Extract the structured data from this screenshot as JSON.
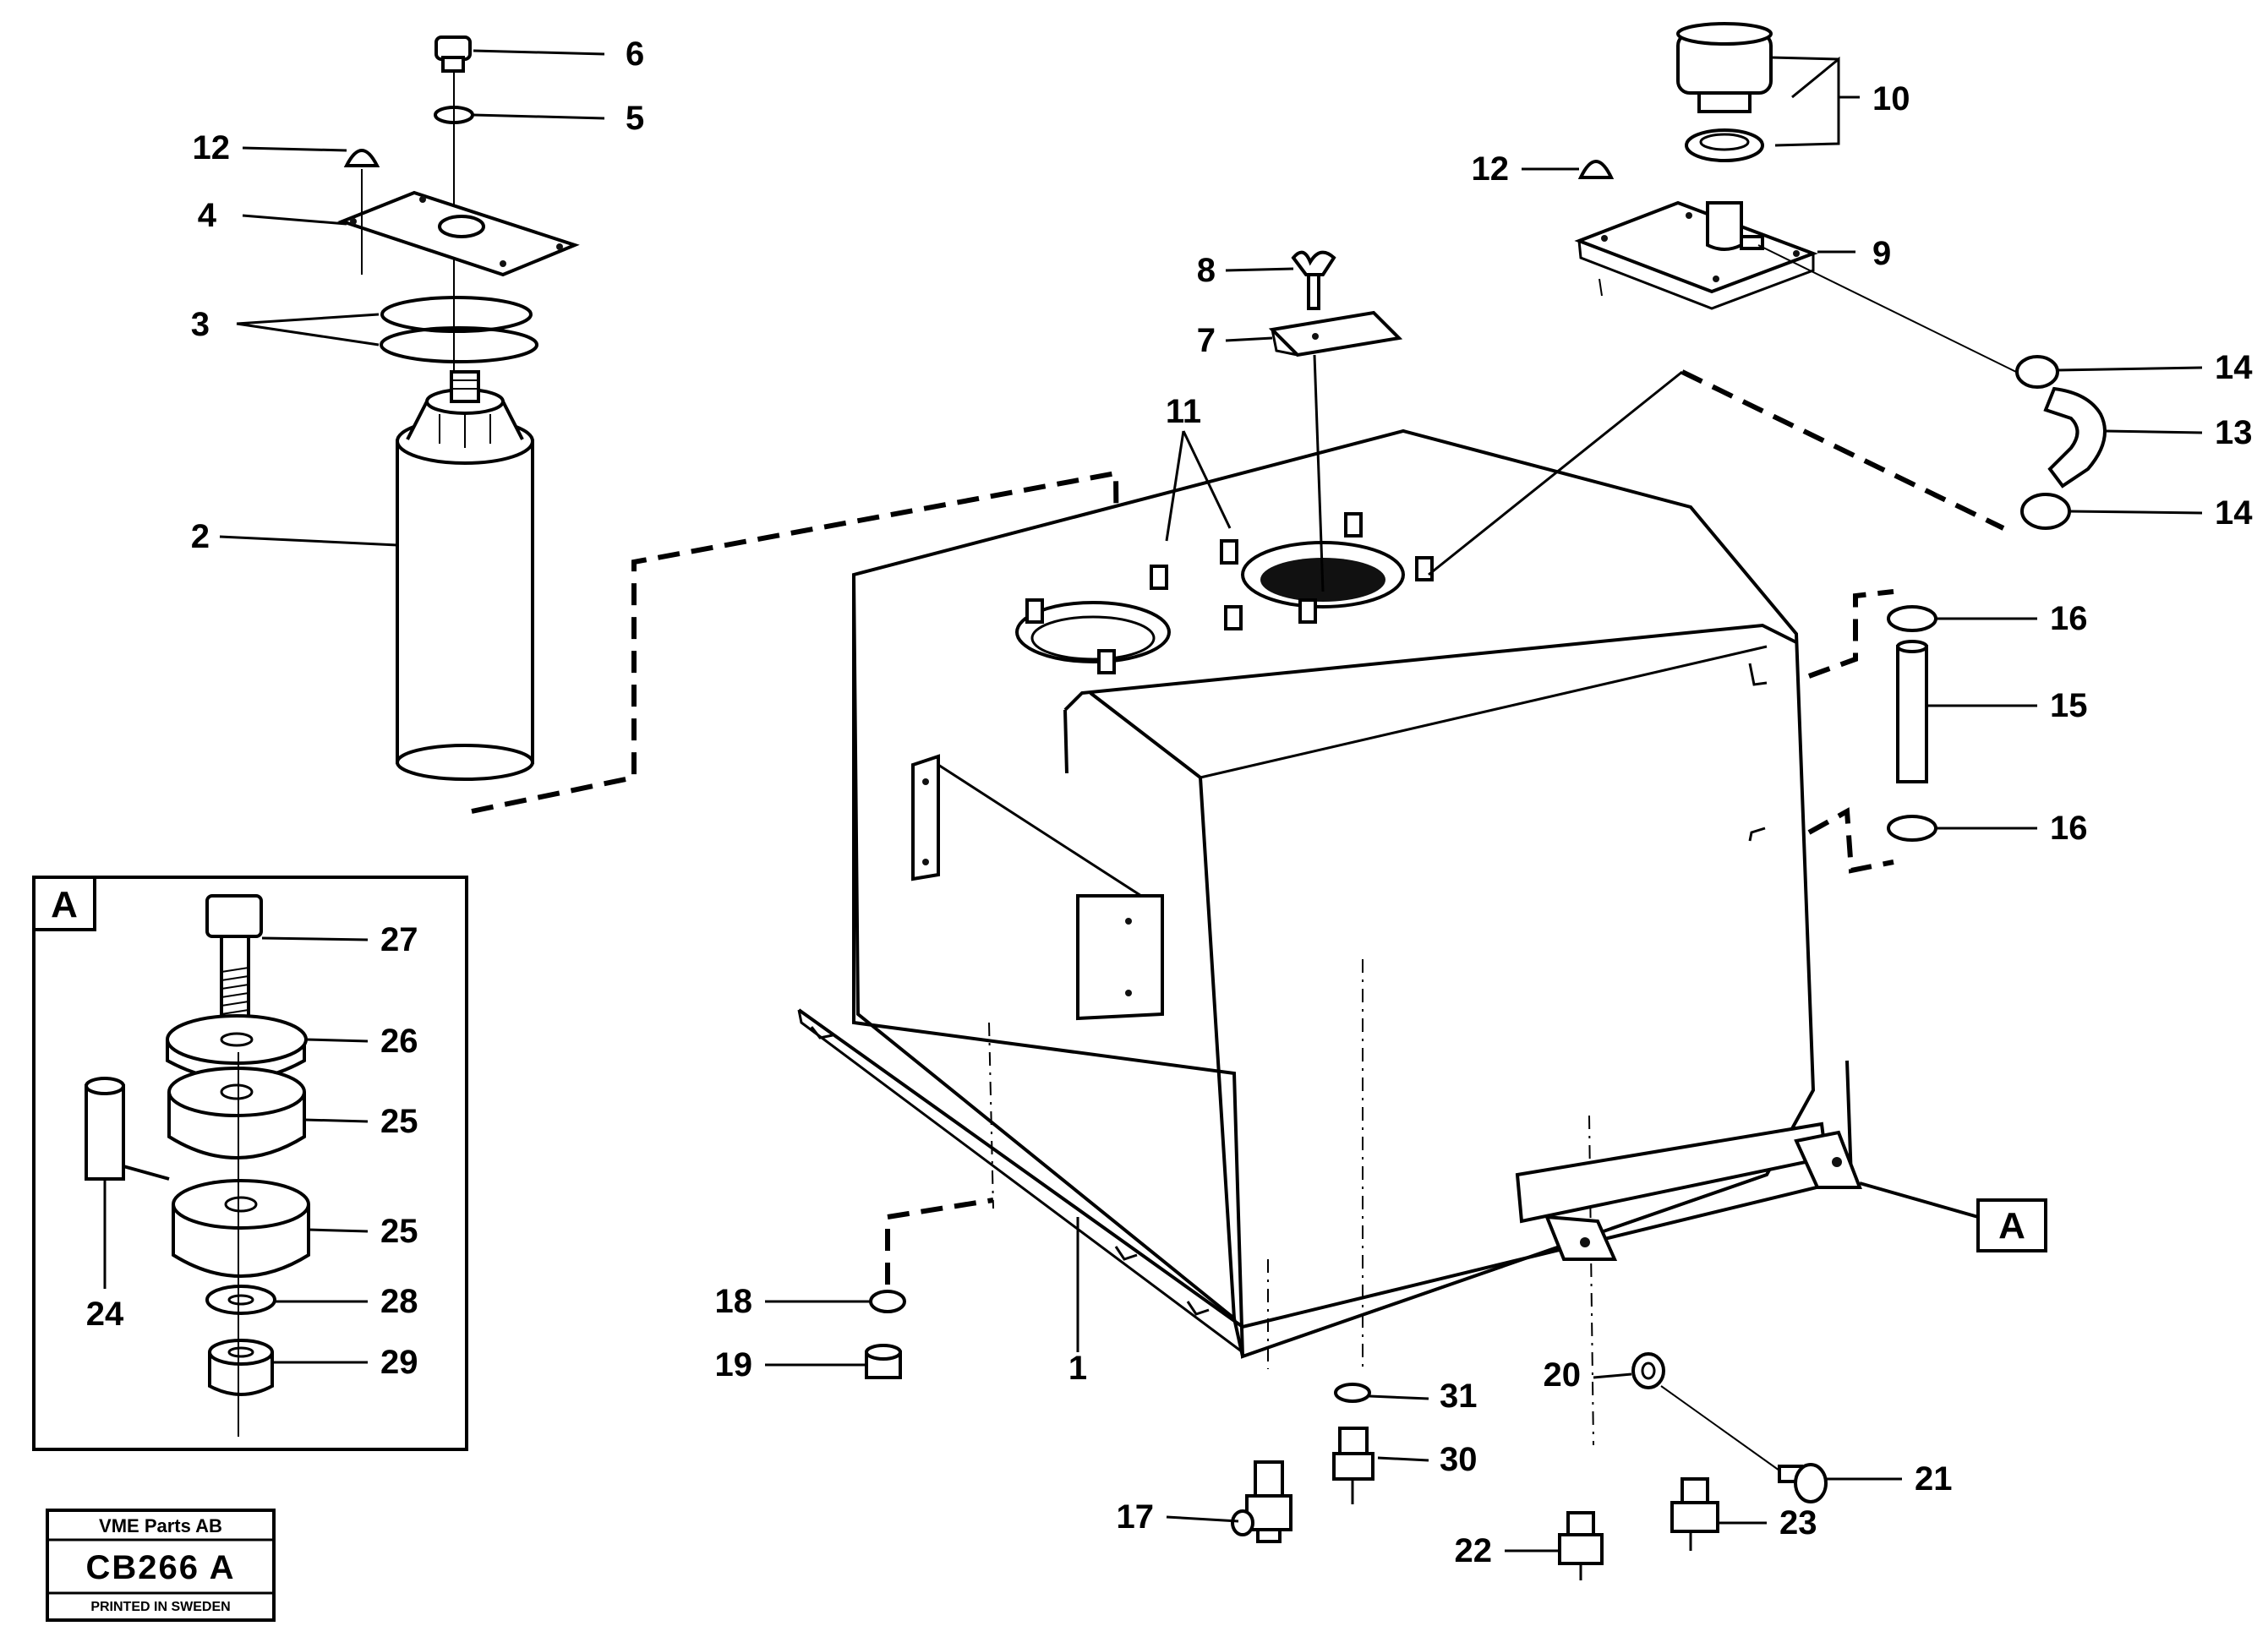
{
  "callouts": {
    "c1": "1",
    "c2": "2",
    "c3": "3",
    "c4": "4",
    "c5": "5",
    "c6": "6",
    "c7": "7",
    "c8": "8",
    "c9": "9",
    "c10": "10",
    "c11": "11",
    "c12a": "12",
    "c12b": "12",
    "c13": "13",
    "c14a": "14",
    "c14b": "14",
    "c15": "15",
    "c16a": "16",
    "c16b": "16",
    "c17": "17",
    "c18": "18",
    "c19": "19",
    "c20": "20",
    "c21": "21",
    "c22": "22",
    "c23": "23",
    "c24": "24",
    "c25a": "25",
    "c25b": "25",
    "c26": "26",
    "c27": "27",
    "c28": "28",
    "c29": "29",
    "c30": "30",
    "c31": "31"
  },
  "inset": {
    "label": "A"
  },
  "detail_marker": {
    "label": "A"
  },
  "stamp": {
    "company": "VME Parts AB",
    "code": "CB266 A",
    "note": "PRINTED IN SWEDEN"
  }
}
